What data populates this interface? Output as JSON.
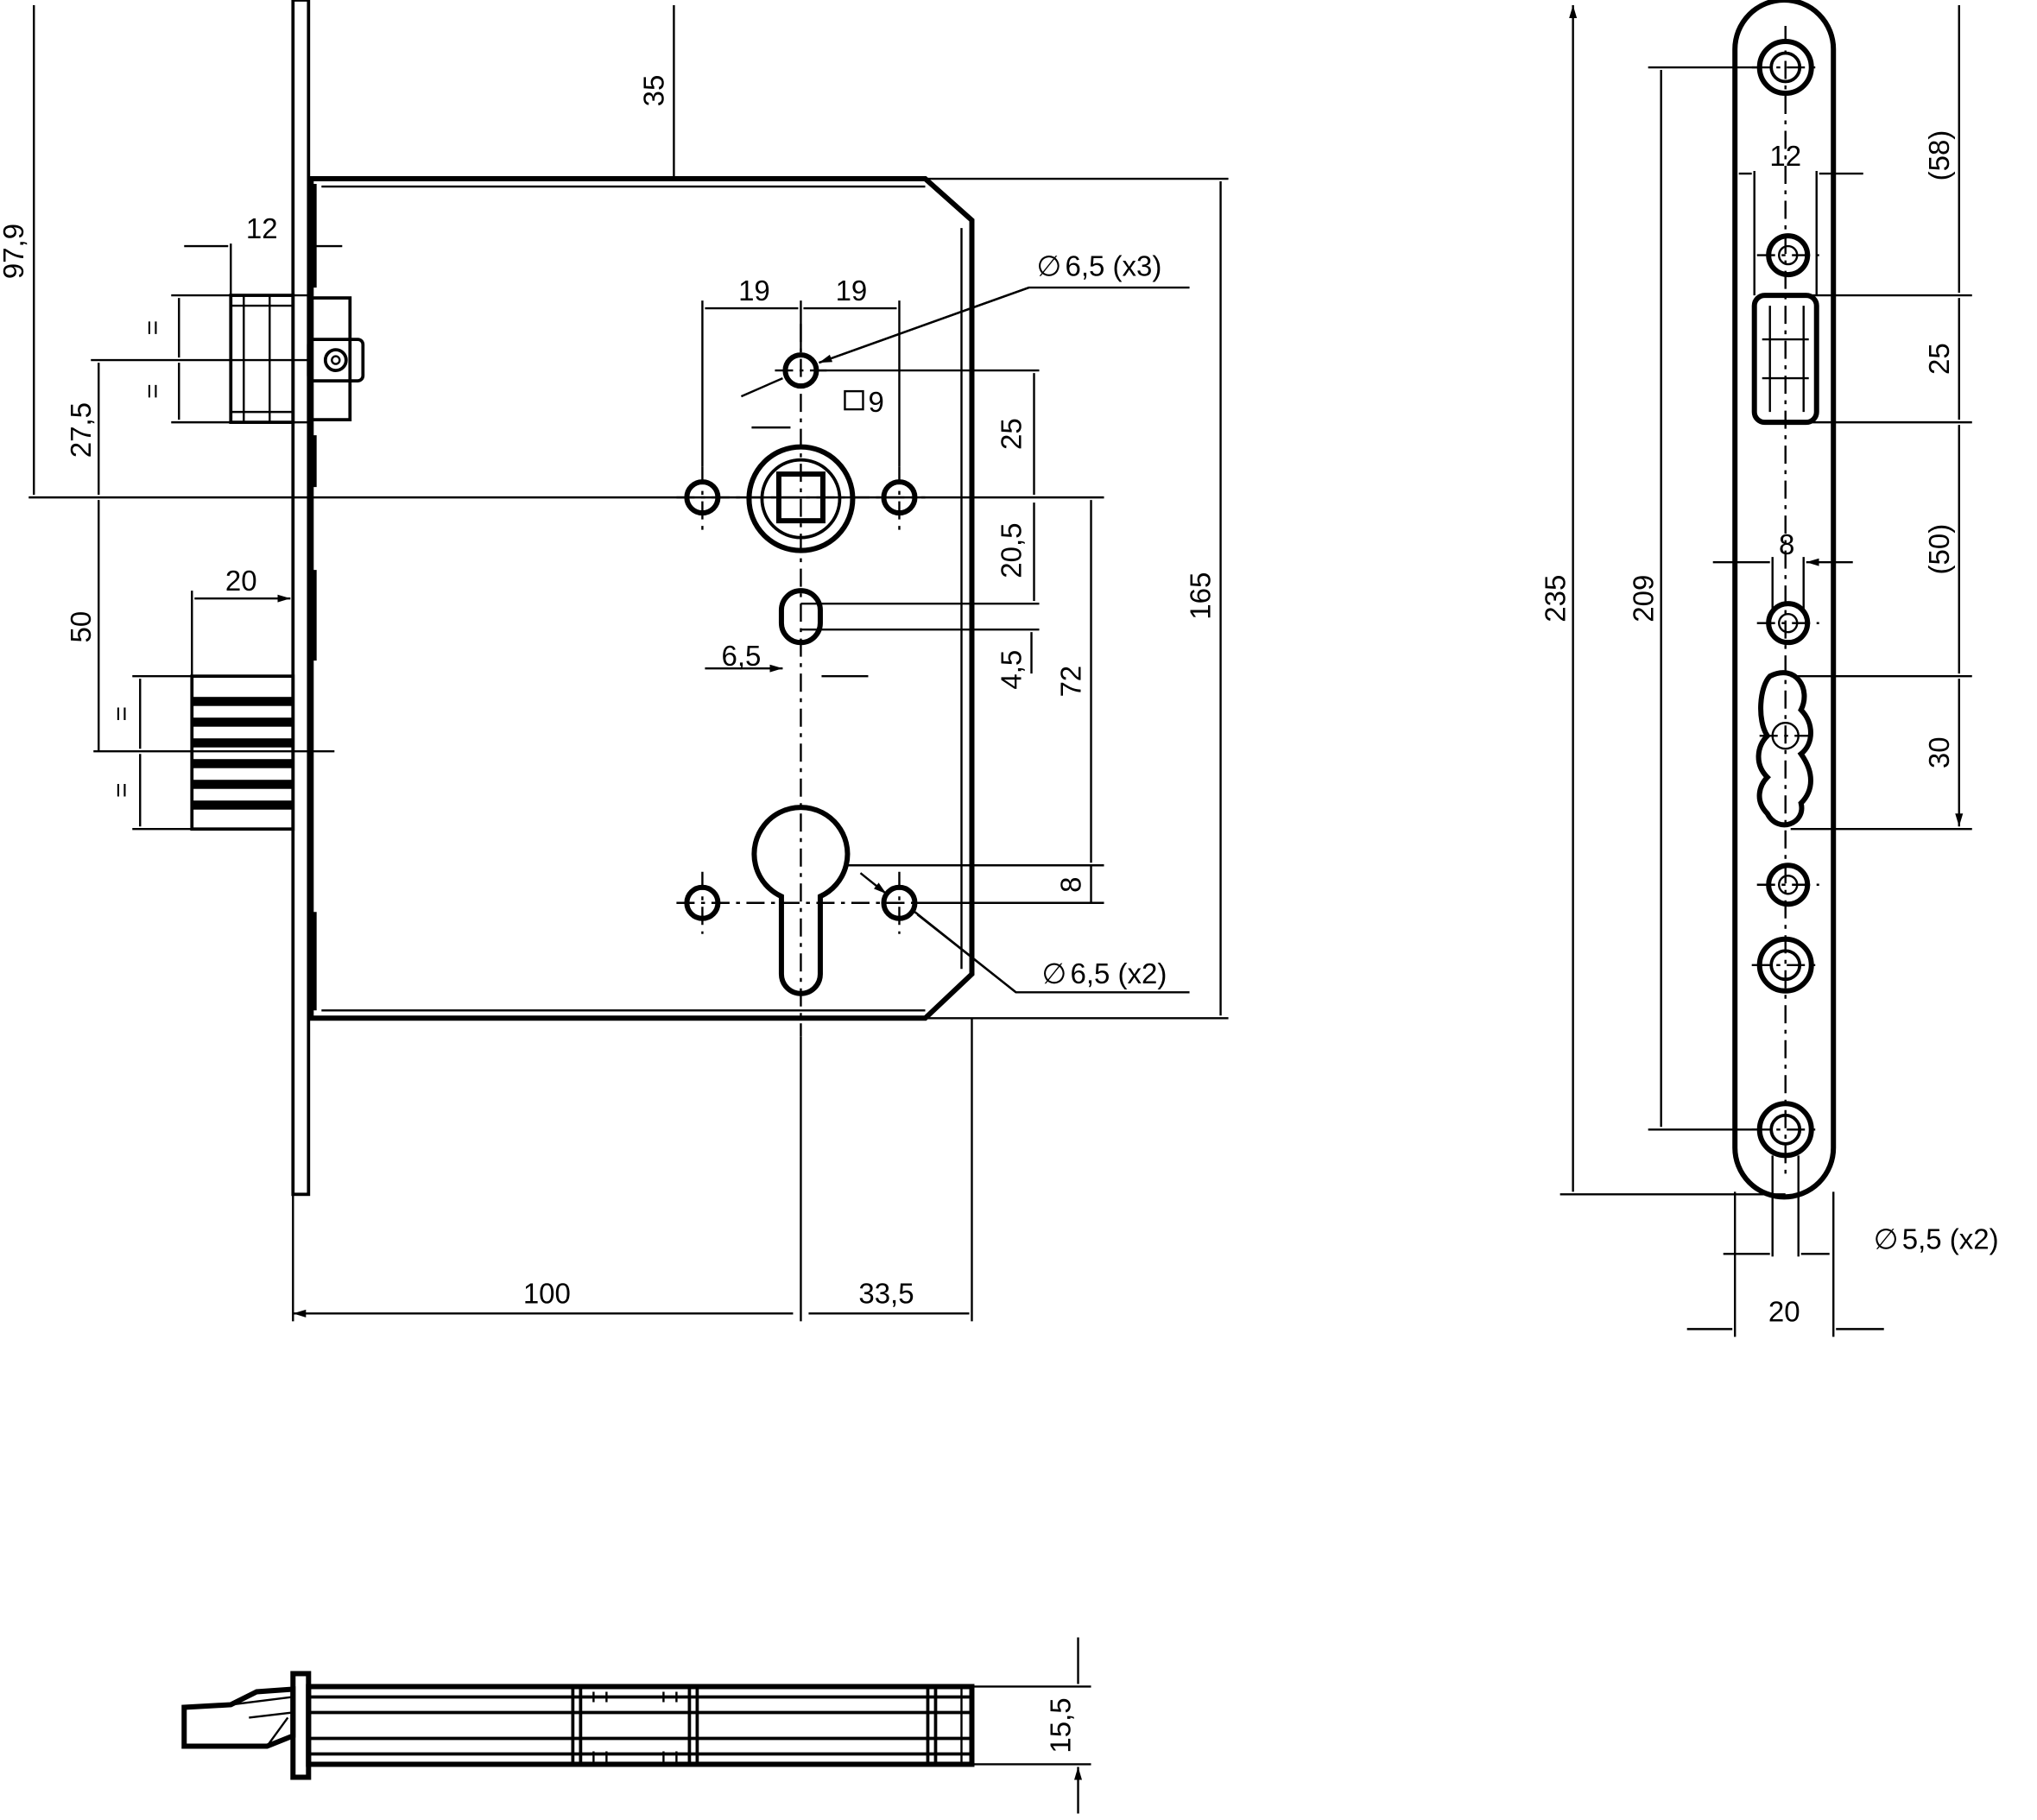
{
  "colors": {
    "line": "#000000",
    "background": "#ffffff"
  },
  "front_view": {
    "dims": {
      "backset_100": "100",
      "front_33_5": "33,5",
      "top_35": "35",
      "top_97_9": "97,9",
      "height_165": "165",
      "latch_12": "12",
      "latch_eq_a": "=",
      "latch_eq_b": "=",
      "latch_27_5": "27,5",
      "bolt_20": "20",
      "bolt_50": "50",
      "bolt_eq_a": "=",
      "bolt_eq_b": "=",
      "spacing_19_left": "19",
      "spacing_19_right": "19",
      "square_9": "9",
      "dist_25": "25",
      "dist_20_5": "20,5",
      "dist_4_5": "4,5",
      "slot_6_5": "6,5",
      "dist_72": "72",
      "dist_8": "8",
      "holes_top": "6,5 (x3)",
      "holes_bottom": "6,5 (x2)",
      "diameter_symbol": "∅"
    }
  },
  "faceplate_view": {
    "dims": {
      "total_235": "235",
      "screws_209": "209",
      "latch_12": "12",
      "latch_25": "25",
      "gap_58": "(58)",
      "gap_50": "(50)",
      "bolt_8": "8",
      "bolt_30": "30",
      "width_20": "20",
      "holes": "5,5 (x2)",
      "diameter_symbol": "∅"
    }
  },
  "side_view": {
    "dims": {
      "thickness_15_5": "15,5"
    }
  }
}
